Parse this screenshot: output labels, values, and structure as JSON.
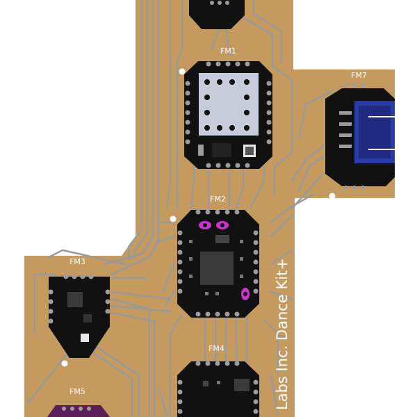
{
  "board": {
    "brand_text": "Labs Inc. Dance Kit+",
    "colors": {
      "background": "#ffffff",
      "substrate": "#c49a5f",
      "trace": "#9a9a9a",
      "component_body": "#111111",
      "pad": "#9c9c9c",
      "highlight_pad": "#cc33cc",
      "connector": "#2a3aa8"
    }
  },
  "modules": [
    {
      "id": "fm1",
      "label": "FM1"
    },
    {
      "id": "fm2",
      "label": "FM2"
    },
    {
      "id": "fm3",
      "label": "FM3"
    },
    {
      "id": "fm4",
      "label": "FM4"
    },
    {
      "id": "fm5",
      "label": "FM5"
    },
    {
      "id": "fm7",
      "label": "FM7"
    }
  ]
}
